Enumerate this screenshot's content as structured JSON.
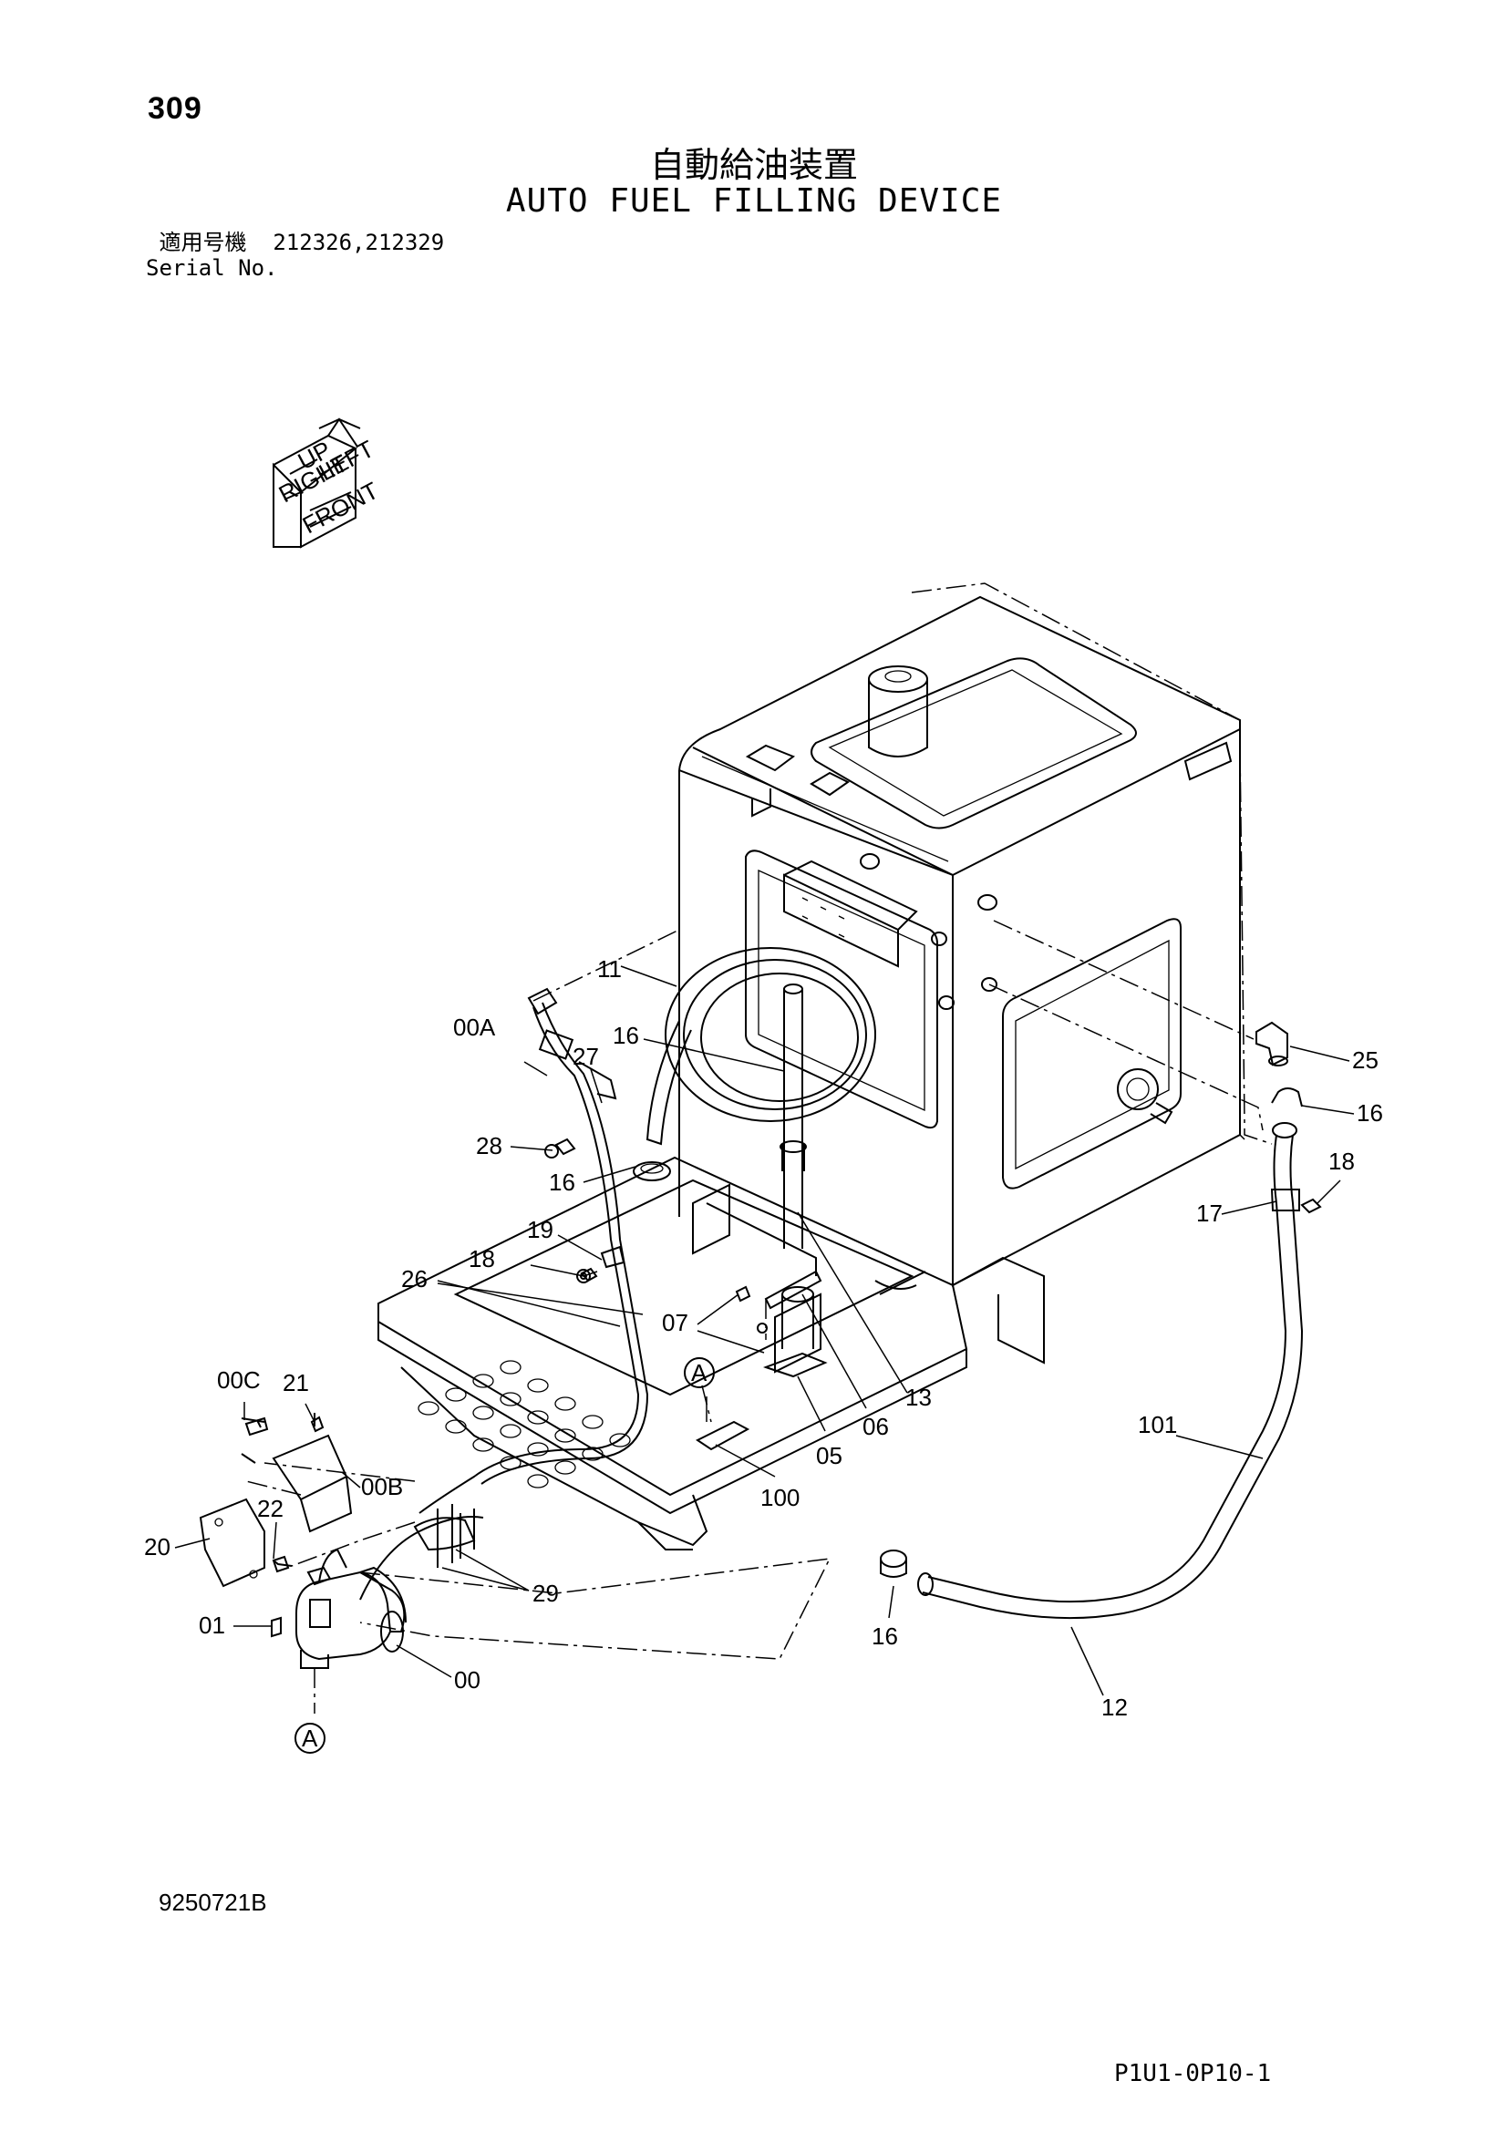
{
  "page_number": "309",
  "title_jp": "自動給油装置",
  "title_en": "AUTO FUEL FILLING DEVICE",
  "serial": {
    "label_jp": "適用号機",
    "numbers": "212326,212329",
    "label_en": "Serial No."
  },
  "orientation_icon": {
    "labels": [
      "UP",
      "LEFT",
      "FRONT",
      "RIGHT"
    ]
  },
  "callouts": {
    "c11": "11",
    "c00A": "00A",
    "c16a": "16",
    "c27": "27",
    "c28": "28",
    "c16b": "16",
    "c19": "19",
    "c18a": "18",
    "c26": "26",
    "c07": "07",
    "cA1": "A",
    "c00C": "00C",
    "c21": "21",
    "c00B": "00B",
    "c22": "22",
    "c20": "20",
    "c01": "01",
    "c29": "29",
    "c00": "00",
    "cA2": "A",
    "c25": "25",
    "c16c": "16",
    "c18b": "18",
    "c17": "17",
    "c13": "13",
    "c06": "06",
    "c05": "05",
    "c100": "100",
    "c101": "101",
    "c16d": "16",
    "c12": "12"
  },
  "document_number": "9250721B",
  "page_code": "P1U1-0P10-1"
}
